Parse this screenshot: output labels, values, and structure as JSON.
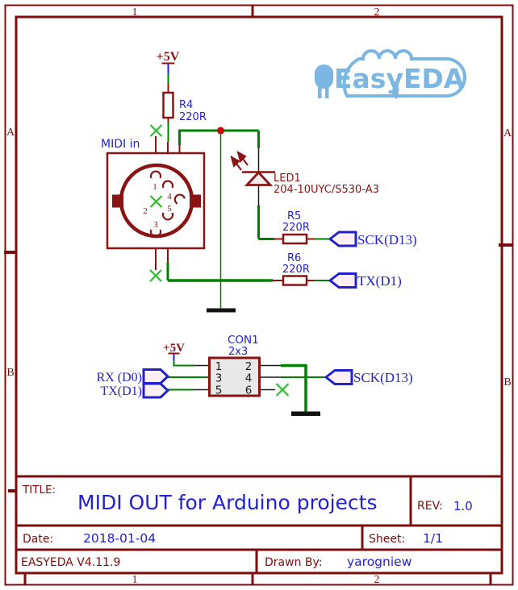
{
  "frame": {
    "col_label_1": "1",
    "col_label_2": "2",
    "row_label_a": "A",
    "row_label_b": "B"
  },
  "logo": {
    "text": "EasyEDA"
  },
  "power": {
    "top_rail": "+5V",
    "con_rail": "+5V"
  },
  "midi": {
    "label": "MIDI in",
    "pin1": "1",
    "pin4": "4",
    "pin2": "2",
    "pin5": "5",
    "pin3": "3"
  },
  "led": {
    "ref": "LED1",
    "part": "204-10UYC/S530-A3"
  },
  "resistors": {
    "r4": {
      "ref": "R4",
      "value": "220R"
    },
    "r5": {
      "ref": "R5",
      "value": "220R"
    },
    "r6": {
      "ref": "R6",
      "value": "220R"
    }
  },
  "ports": {
    "sck_top": "SCK(D13)",
    "tx_top": "TX(D1)",
    "rx_bottom": "RX (D0)",
    "tx_bottom": "TX(D1)",
    "sck_bottom": "SCK(D13)"
  },
  "connector": {
    "ref": "CON1",
    "size": "2x3",
    "pin1": "1",
    "pin2": "2",
    "pin3": "3",
    "pin4": "4",
    "pin5": "5",
    "pin6": "6"
  },
  "title_block": {
    "title_label": "TITLE:",
    "title": "MIDI OUT for Arduino projects",
    "rev_label": "REV:",
    "rev": "1.0",
    "date_label": "Date:",
    "date": "2018-01-04",
    "sheet_label": "Sheet:",
    "sheet": "1/1",
    "software": "EASYEDA V4.11.9",
    "drawn_by_label": "Drawn By:",
    "drawn_by": "yarogniew"
  },
  "colors": {
    "frame": "#7d0d0d",
    "component": "#8a1414",
    "wire": "#008000",
    "noconnect": "#2fbf2f",
    "junction": "#cf0000",
    "blue_text": "#2121d6",
    "port_outline": "#2222cc",
    "port_fill": "#fdf0f5",
    "logo_blue": "#7cb7e3",
    "connector_fill": "#e8e8e8"
  }
}
